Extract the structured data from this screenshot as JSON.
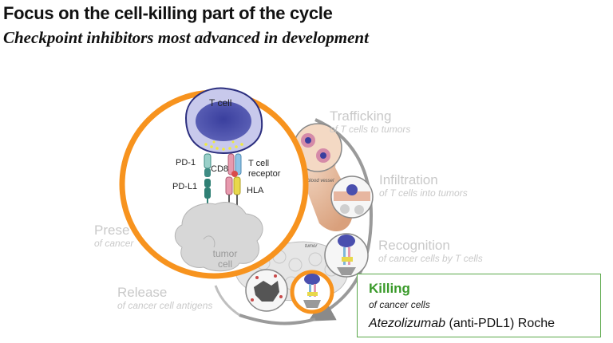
{
  "header": {
    "title": "Focus on the cell-killing part of the cycle",
    "subtitle": "Checkpoint inhibitors most advanced in development"
  },
  "cycle_steps": {
    "trafficking": {
      "label": "Trafficking",
      "detail": "of T cells to tumors"
    },
    "infiltration": {
      "label": "Infiltration",
      "detail": "of T cells into tumors"
    },
    "recognition": {
      "label": "Recognition",
      "detail": "of cancer cells by T cells"
    },
    "release": {
      "label": "Release",
      "detail": "of cancer cell antigens"
    },
    "presentation": {
      "label": "Prese",
      "detail": "of cancer"
    }
  },
  "small_labels": {
    "blood_vessel": "blood vessel",
    "tumor": "tumor"
  },
  "zoom_circle": {
    "t_cell": "T cell",
    "pd1": "PD-1",
    "cd8": "CD8",
    "pdl1": "PD-L1",
    "tcr": "T cell receptor",
    "hla": "HLA",
    "tumor_cell": "tumor cell"
  },
  "killing": {
    "label": "Killing",
    "detail": "of cancer cells",
    "drug": "Atezolizumab",
    "target": "(anti-PDL1)",
    "company": "Roche"
  },
  "colors": {
    "highlight_orange": "#f7931e",
    "killing_green": "#3a9a2a",
    "faded_label": "#c9c9c9"
  }
}
